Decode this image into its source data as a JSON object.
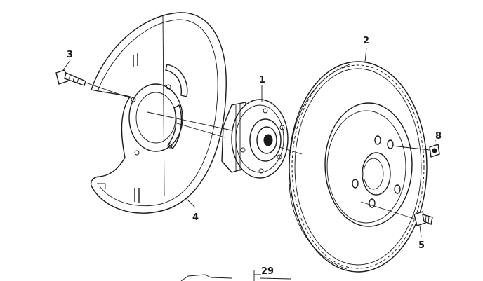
{
  "callouts": {
    "c1": "1",
    "c2": "2",
    "c3": "3",
    "c4": "4",
    "c5": "5",
    "c8": "8",
    "c29": "29"
  }
}
